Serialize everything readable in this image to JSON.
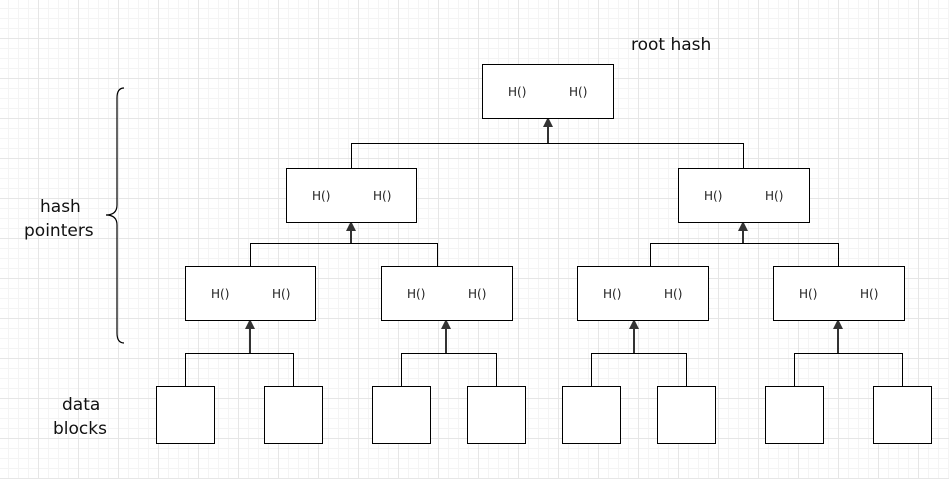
{
  "labels": {
    "root": "root hash",
    "pointers_line1": "hash",
    "pointers_line2": "pointers",
    "data_line1": "data",
    "data_line2": "blocks"
  },
  "node_text": {
    "left": "H()",
    "right": "H()"
  },
  "tree": {
    "hash_nodes": [
      {
        "id": "root",
        "level": 0
      },
      {
        "id": "l1-left",
        "level": 1
      },
      {
        "id": "l1-right",
        "level": 1
      },
      {
        "id": "l2-1",
        "level": 2
      },
      {
        "id": "l2-2",
        "level": 2
      },
      {
        "id": "l2-3",
        "level": 2
      },
      {
        "id": "l2-4",
        "level": 2
      }
    ],
    "data_block_count": 8
  }
}
